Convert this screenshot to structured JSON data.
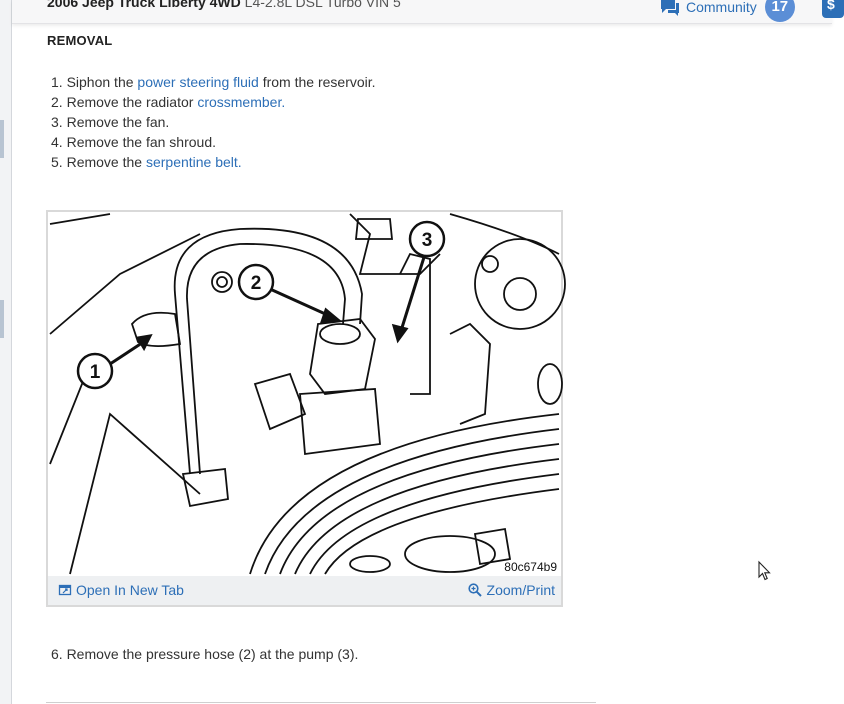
{
  "header": {
    "vehicle_bold": "2006 Jeep Truck Liberty 4WD",
    "vehicle_rest": " L4-2.8L DSL Turbo VIN 5",
    "community_label": "Community",
    "community_count": "17",
    "dollar_icon": "$"
  },
  "section": {
    "heading": "REMOVAL",
    "steps": [
      {
        "num": "1.",
        "pre": " Siphon the ",
        "link": "power steering fluid",
        "post": " from the reservoir."
      },
      {
        "num": "2.",
        "pre": " Remove the radiator ",
        "link": "crossmember.",
        "post": ""
      },
      {
        "num": "3.",
        "pre": " Remove the fan.",
        "link": "",
        "post": ""
      },
      {
        "num": "4.",
        "pre": " Remove the fan shroud.",
        "link": "",
        "post": ""
      },
      {
        "num": "5.",
        "pre": " Remove the ",
        "link": "serpentine belt.",
        "post": ""
      }
    ],
    "step6": "6. Remove the pressure hose (2) at the pump (3)."
  },
  "figure": {
    "callouts": [
      "1",
      "2",
      "3"
    ],
    "figure_code": "80c674b9",
    "open_label": "Open In New Tab",
    "zoom_label": "Zoom/Print"
  },
  "colors": {
    "link": "#2d6fb7",
    "badge": "#5b8ed6",
    "figure_bar": "#eef0f2"
  }
}
